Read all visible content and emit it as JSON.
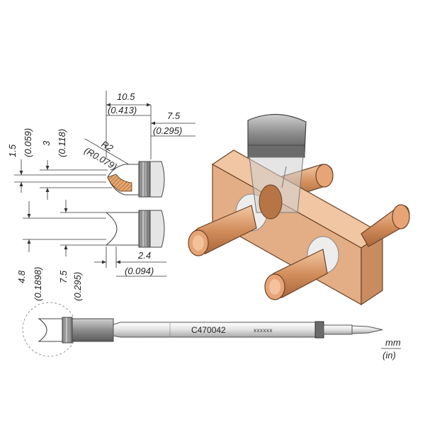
{
  "dimensions": {
    "width_mm": "10.5",
    "width_in": "(0.413)",
    "right_mm": "7.5",
    "right_in": "(0.295)",
    "radius_mm": "R2",
    "radius_in": "(R0.079)",
    "d1_mm": "1.5",
    "d1_in": "(0.059)",
    "d2_mm": "3",
    "d2_in": "(0.118)",
    "d3_mm": "4.8",
    "d3_in": "(0.1898)",
    "d4_mm": "7.5",
    "d4_in": "(0.295)",
    "slot_mm": "2.4",
    "slot_in": "(0.094)"
  },
  "tip": {
    "part_number": "C470042",
    "batch_code": "xxxxxx"
  },
  "units": {
    "metric": "mm",
    "imperial": "(in)"
  },
  "colors": {
    "copper": "#d99a6c",
    "copper_dark": "#b8764a",
    "copper_light": "#f0c9a8",
    "board": "#e3ad85",
    "steel": "#9a9a9a",
    "steel_dark": "#5c5c5c",
    "steel_light": "#d8d8d8"
  }
}
